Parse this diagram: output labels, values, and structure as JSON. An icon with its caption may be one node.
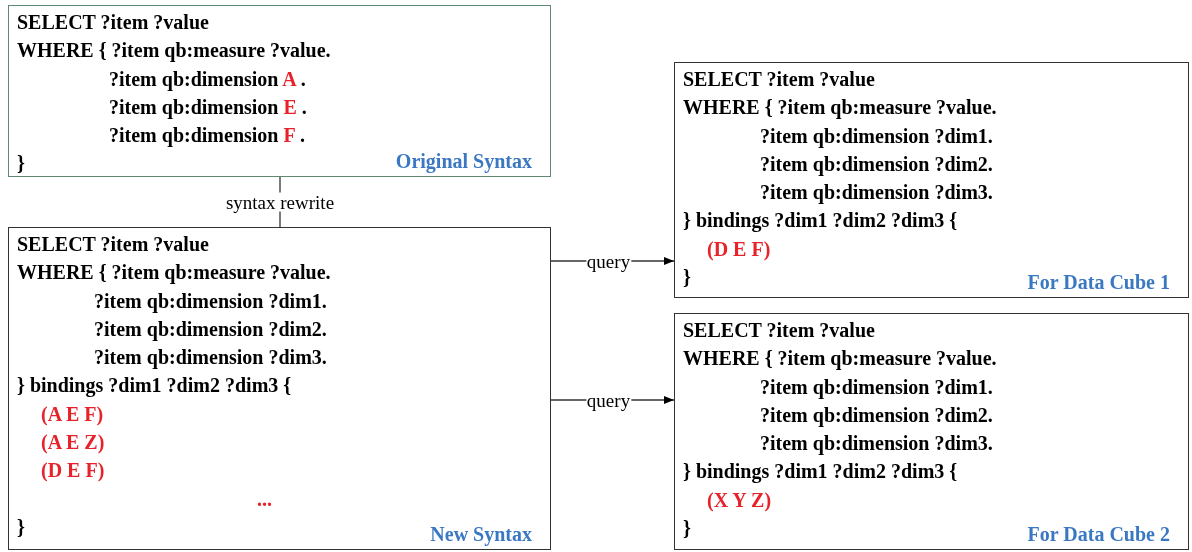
{
  "diagram": {
    "nodes": [
      {
        "text": [
          "SELECT ?item ?value",
          "WHERE { ?item qb:measure ?value.",
          "?item qb:dimension *A* .",
          "?item qb:dimension *E* .",
          "?item qb:dimension *F* .",
          "}",
          "Original Syntax"
        ]
      },
      {
        "text": [
          "SELECT ?item ?value",
          "WHERE { ?item qb:measure ?value.",
          "?item qb:dimension ?dim1.",
          "?item qb:dimension ?dim2.",
          "?item qb:dimension ?dim3.",
          "} bindings ?dim1 ?dim2 ?dim3 {",
          "*(A E F)*",
          "*(A E Z)*",
          "*(D E F)*",
          "*...*",
          "}",
          "New Syntax"
        ]
      },
      {
        "text": [
          "SELECT ?item ?value",
          "WHERE { ?item qb:measure ?value.",
          "?item qb:dimension ?dim1.",
          "?item qb:dimension ?dim2.",
          "?item qb:dimension ?dim3.",
          "} bindings ?dim1 ?dim2 ?dim3 {",
          "*(D E F)*",
          "}",
          "For Data Cube 1"
        ]
      },
      {
        "text": [
          "SELECT ?item ?value",
          "WHERE { ?item qb:measure ?value.",
          "?item qb:dimension ?dim1.",
          "?item qb:dimension ?dim2.",
          "?item qb:dimension ?dim3.",
          "} bindings ?dim1 ?dim2 ?dim3 {",
          "*(X Y Z)*",
          "}",
          "For Data Cube 2"
        ]
      }
    ],
    "edges": [
      {
        "from": 0,
        "to": 1,
        "arrow": "none",
        "label": "syntax rewrite"
      },
      {
        "from": 1,
        "to": 2,
        "arrow": "to",
        "label": "query"
      },
      {
        "from": 1,
        "to": 3,
        "arrow": "to",
        "label": "query"
      }
    ]
  }
}
